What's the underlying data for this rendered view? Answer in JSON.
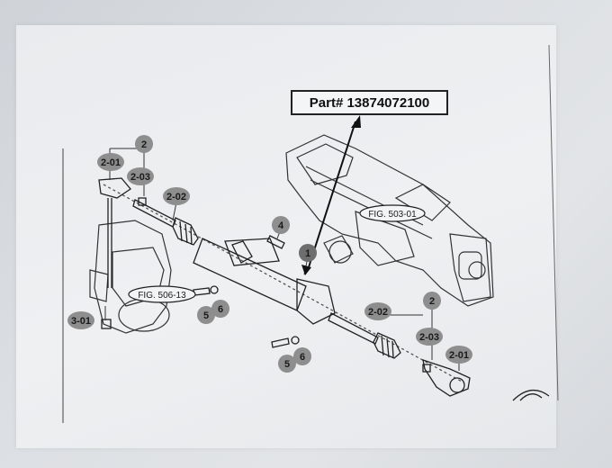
{
  "part_label": "Part# 13874072100",
  "figure_refs": [
    {
      "id": "fig-503",
      "text": "FIG. 503-01"
    },
    {
      "id": "fig-506",
      "text": "FIG. 506-13"
    }
  ],
  "callouts": [
    {
      "id": "c-2-top",
      "text": "2"
    },
    {
      "id": "c-2-01-left",
      "text": "2-01"
    },
    {
      "id": "c-2-03-left",
      "text": "2-03"
    },
    {
      "id": "c-2-02-left",
      "text": "2-02"
    },
    {
      "id": "c-4",
      "text": "4"
    },
    {
      "id": "c-1",
      "text": "1"
    },
    {
      "id": "c-5-left",
      "text": "5"
    },
    {
      "id": "c-6-left",
      "text": "6"
    },
    {
      "id": "c-3-01",
      "text": "3-01"
    },
    {
      "id": "c-2-02-right",
      "text": "2-02"
    },
    {
      "id": "c-2-right",
      "text": "2"
    },
    {
      "id": "c-2-03-right",
      "text": "2-03"
    },
    {
      "id": "c-2-01-right",
      "text": "2-01"
    },
    {
      "id": "c-5-bottom",
      "text": "5"
    },
    {
      "id": "c-6-bottom",
      "text": "6"
    }
  ]
}
